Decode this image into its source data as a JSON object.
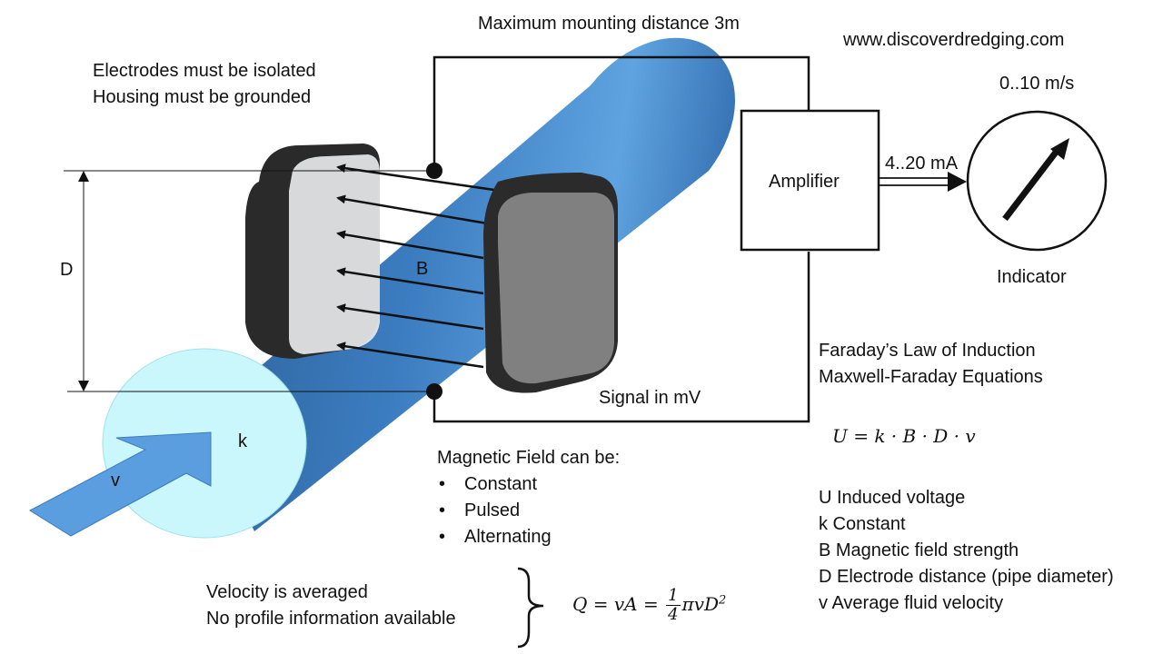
{
  "title": "Maximum mounting distance 3m",
  "website": "www.discoverdredging.com",
  "notes": {
    "electrodes": "Electrodes must be isolated",
    "housing": "Housing must be grounded"
  },
  "labels": {
    "diameter": "D",
    "field": "B",
    "velocity": "v",
    "constant": "k",
    "signal": "Signal in mV",
    "amplifier": "Amplifier",
    "current": "4..20 mA",
    "range": "0..10 m/s",
    "indicator": "Indicator"
  },
  "law": {
    "line1": "Faraday’s Law of Induction",
    "line2": "Maxwell-Faraday Equations",
    "equation": "U = k · B · D · v"
  },
  "magnetic": {
    "heading": "Magnetic Field can be:",
    "items": [
      "Constant",
      "Pulsed",
      "Alternating"
    ]
  },
  "legend": [
    "U Induced voltage",
    "k Constant",
    "B Magnetic field strength",
    "D Electrode distance (pipe diameter)",
    "v Average fluid velocity"
  ],
  "velocity_note": {
    "line1": "Velocity is averaged",
    "line2": "No profile information available"
  },
  "flow_equation": {
    "lhs": "Q = vA =",
    "numerator": "1",
    "denominator": "4",
    "rhs": "πvD",
    "exponent": "2"
  },
  "colors": {
    "pipe": "#3f85c7",
    "pipe_face": "#c9f7fb",
    "arrow": "#5b9ee0",
    "magnet_dark": "#2b2b2b",
    "magnet_face": "#7d7d7d",
    "magnet_back_face": "#e4e6e8"
  }
}
